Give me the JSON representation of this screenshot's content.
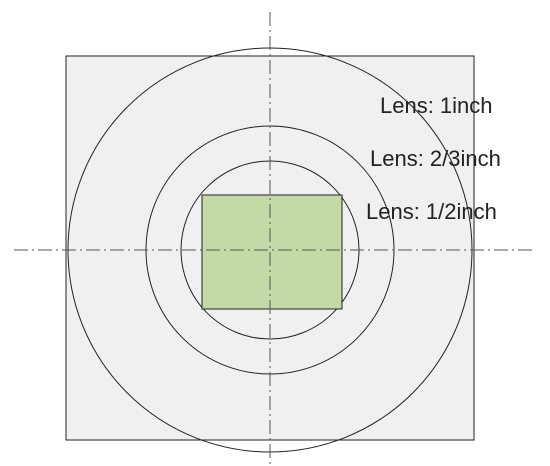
{
  "diagram": {
    "labels": {
      "lens_1inch": "Lens: 1inch",
      "lens_2_3inch": "Lens: 2/3inch",
      "lens_1_2inch": "Lens: 1/2inch"
    },
    "colors": {
      "background_panel": "#f0f0f0",
      "sensor_fill": "#c5d9a7",
      "stroke": "#222222",
      "centerline": "#555555"
    }
  }
}
